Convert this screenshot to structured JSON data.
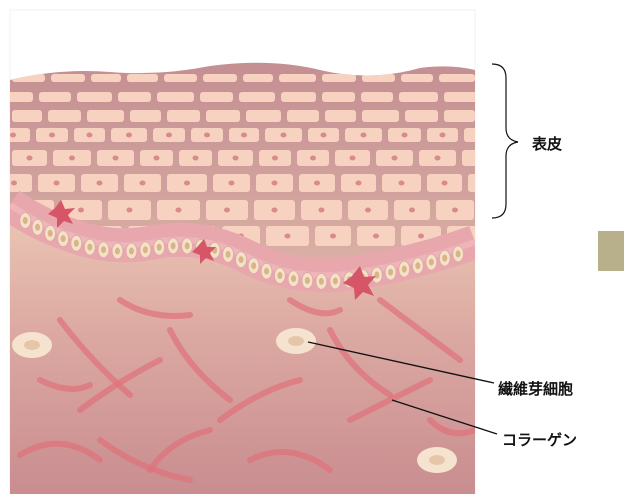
{
  "labels": {
    "epidermis": "表皮",
    "fibroblast": "繊維芽細胞",
    "collagen": "コラーゲン"
  },
  "colors": {
    "cell_fill": "#f8d2c0",
    "cell_nucleus": "#d98a8c",
    "epidermis_base": "#c79596",
    "membrane_band": "#e8a7ad",
    "membrane_border": "#d88c96",
    "dermis_top": "#e9c3b2",
    "dermis_bottom": "#cc8f92",
    "collagen_fiber": "#e0707a",
    "melanocyte": "#d65566",
    "side_square": "#b8b08a",
    "line": "#111111"
  },
  "icons": {
    "melanocyte": "star-cell-icon",
    "fibroblast": "oval-cell-icon"
  }
}
